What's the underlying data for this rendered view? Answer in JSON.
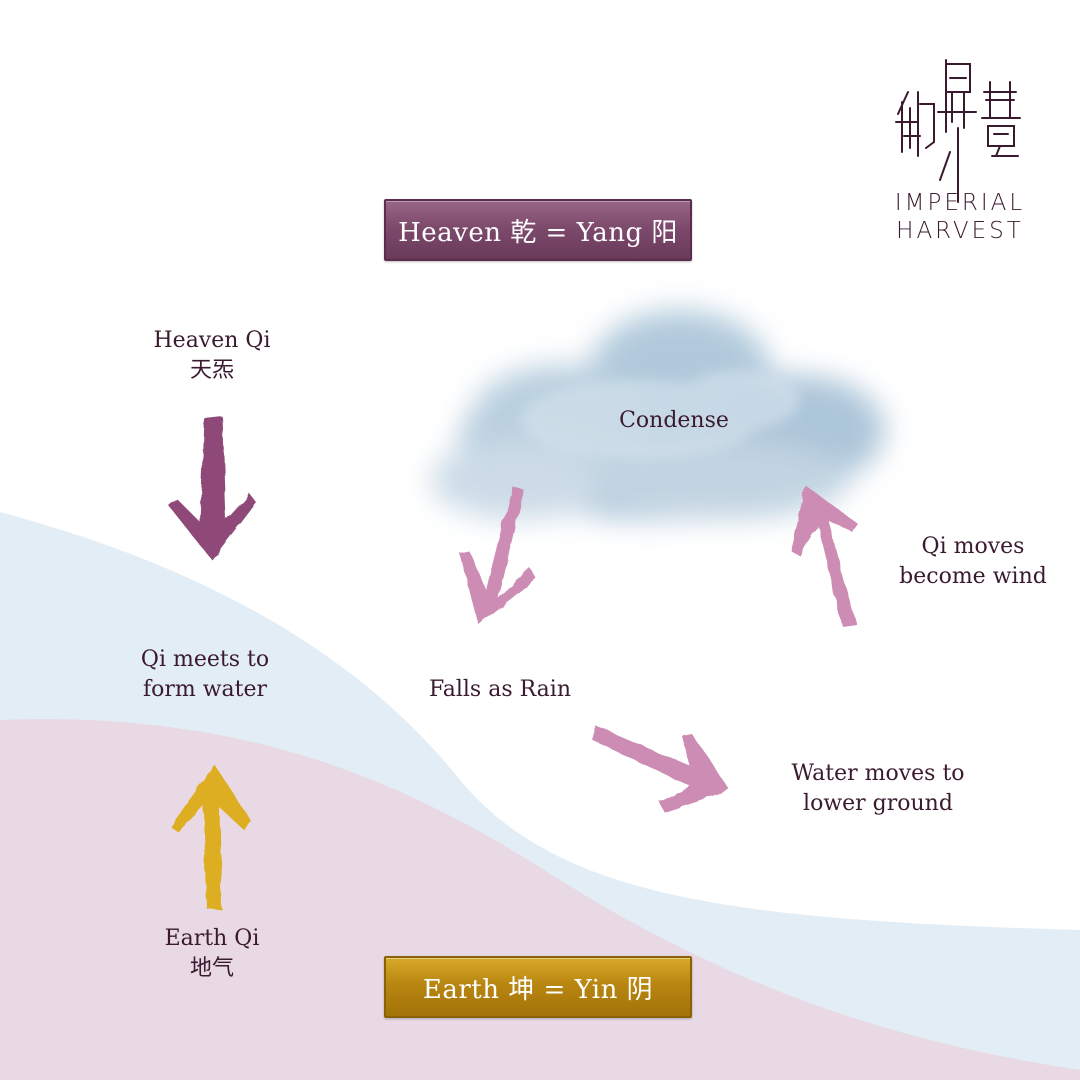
{
  "brand": {
    "line1": "IMPERIAL",
    "line2": "HARVEST"
  },
  "banners": {
    "heaven": "Heaven 乾 = Yang 阳",
    "earth": "Earth 坤 = Yin 阴"
  },
  "labels": {
    "heaven_qi": [
      "Heaven Qi",
      "天炁"
    ],
    "condense": "Condense",
    "qi_moves": [
      "Qi moves",
      "become wind"
    ],
    "qi_meets": [
      "Qi meets to",
      "form water"
    ],
    "falls_rain": "Falls as Rain",
    "water_moves": [
      "Water moves to",
      "lower ground"
    ],
    "earth_qi": [
      "Earth Qi",
      "地气"
    ]
  },
  "colors": {
    "heaven_arrow": "#8e4878",
    "cycle_arrow": "#cd8cb3",
    "earth_arrow": "#ddae24",
    "pink_ground": "#e8d9e4",
    "blue_ground": "#dce8f2",
    "text": "#3a1a2e"
  }
}
